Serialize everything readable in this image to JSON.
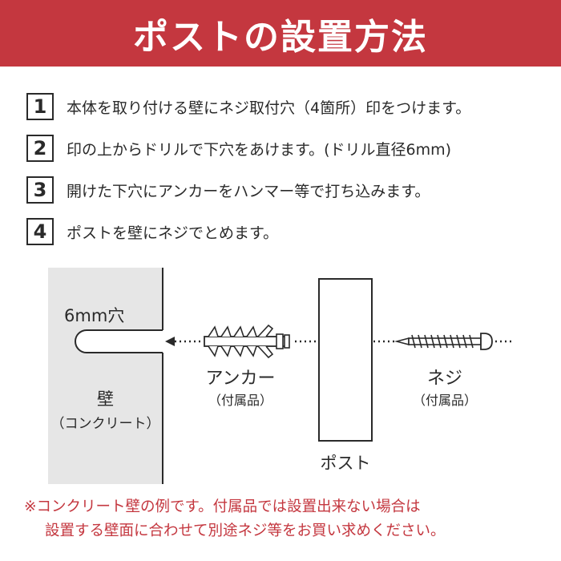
{
  "colors": {
    "accent_red": "#c4373f",
    "wall_gray": "#e6e6e6",
    "text_dark": "#2a2a2a"
  },
  "header": {
    "title": "ポストの設置方法"
  },
  "steps": [
    {
      "number": "1",
      "text": "本体を取り付ける壁にネジ取付穴（4箇所）印をつけます。"
    },
    {
      "number": "2",
      "text": "印の上からドリルで下穴をあけます。(ドリル直径6mm)"
    },
    {
      "number": "3",
      "text": "開けた下穴にアンカーをハンマー等で打ち込みます。"
    },
    {
      "number": "4",
      "text": "ポストを壁にネジでとめます。"
    }
  ],
  "diagram": {
    "hole_label": "6mm穴",
    "wall_label": "壁",
    "wall_sub": "（コンクリート）",
    "anchor_label": "アンカー",
    "anchor_sub": "（付属品）",
    "screw_label": "ネジ",
    "screw_sub": "（付属品）",
    "post_label": "ポスト"
  },
  "note": {
    "line1": "※コンクリート壁の例です。付属品では設置出来ない場合は",
    "line2": "設置する壁面に合わせて別途ネジ等をお買い求めください。"
  }
}
